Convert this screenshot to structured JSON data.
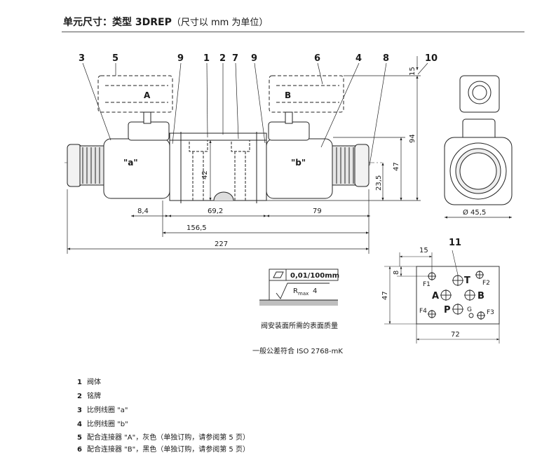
{
  "title": {
    "main": "单元尺寸：类型 3DREP",
    "units": "（尺寸以 mm 为单位）"
  },
  "callouts": {
    "c3": "3",
    "c5": "5",
    "c9a": "9",
    "c1": "1",
    "c2": "2",
    "c7": "7",
    "c9b": "9",
    "c6": "6",
    "c4": "4",
    "c8": "8",
    "c10": "10",
    "c11": "11"
  },
  "labels": {
    "coil_a": "\"a\"",
    "coil_b": "\"b\"",
    "conn_a": "A",
    "conn_b": "B"
  },
  "dimensions": {
    "d8_4": "8,4",
    "d69_2": "69,2",
    "d79": "79",
    "d156_5": "156,5",
    "d227": "227",
    "d42": "42",
    "d23_5": "23,5",
    "d47": "47",
    "d94": "94",
    "d15": "15",
    "d45_5": "Ø 45,5",
    "p15": "15",
    "p8": "8",
    "p47": "47",
    "p72": "72"
  },
  "ports": {
    "T": "T",
    "A": "A",
    "B": "B",
    "P": "P",
    "G": "G",
    "F1": "F1",
    "F2": "F2",
    "F3": "F3",
    "F4": "F4"
  },
  "surface": {
    "flatness": "0,01/100mm",
    "roughness_r": "R",
    "roughness_sub": "max",
    "roughness_val": "4",
    "caption": "阀安装面所需的表面质量"
  },
  "tolerance_note": "一般公差符合 ISO 2768-mK",
  "legend": [
    {
      "num": "1",
      "text": "阀体"
    },
    {
      "num": "2",
      "text": "铭牌"
    },
    {
      "num": "3",
      "text": "比例线圈 \"a\""
    },
    {
      "num": "4",
      "text": "比例线圈 \"b\""
    },
    {
      "num": "5",
      "text": "配合连接器 \"A\"，灰色（单独订购，请参阅第 5 页）"
    },
    {
      "num": "6",
      "text": "配合连接器 \"B\"，黑色（单独订购，请参阅第 5 页）"
    }
  ]
}
